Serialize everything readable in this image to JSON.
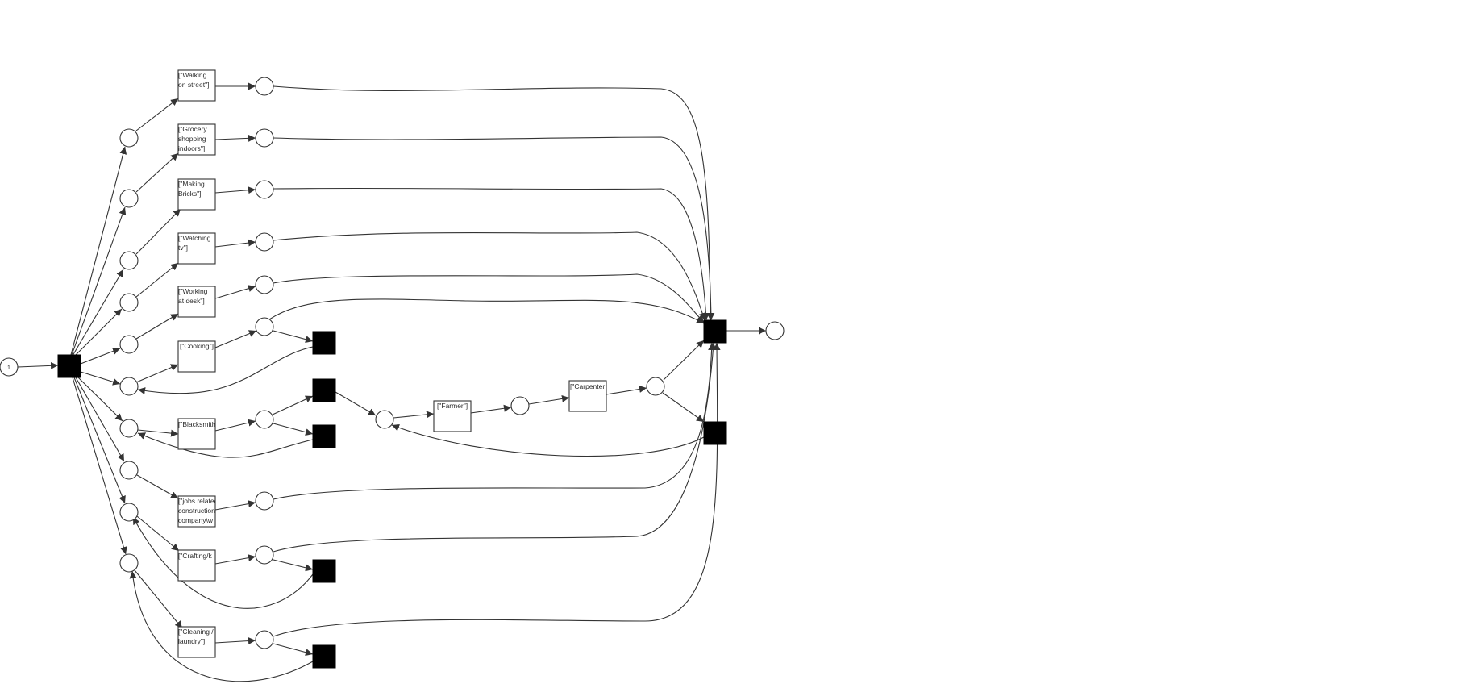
{
  "diagram": {
    "type": "petri-net",
    "source_place_token": "1",
    "transitions": {
      "walking": [
        "[\"Walking",
        "on street\"]"
      ],
      "grocery": [
        "[\"Grocery",
        "shopping",
        "indoors\"]"
      ],
      "bricks": [
        "[\"Making",
        "Bricks\"]"
      ],
      "tv": [
        "[\"Watching",
        "tv\"]"
      ],
      "desk": [
        "[\"Working",
        "at desk\"]"
      ],
      "cooking": [
        "[\"Cooking\"]"
      ],
      "blacksmith": [
        "[\"Blacksmith"
      ],
      "construction": [
        "[\"jobs related",
        "construction",
        "company\\w"
      ],
      "crafting": [
        "[\"Crafting/k"
      ],
      "cleaning": [
        "[\"Cleaning /",
        "laundry\"]"
      ],
      "farmer": [
        "[\"Farmer\"]"
      ],
      "carpenter": [
        "[\"Carpenter"
      ]
    },
    "colors": {
      "stroke": "#333333",
      "silent_transition": "#000000",
      "background": "#ffffff"
    }
  }
}
